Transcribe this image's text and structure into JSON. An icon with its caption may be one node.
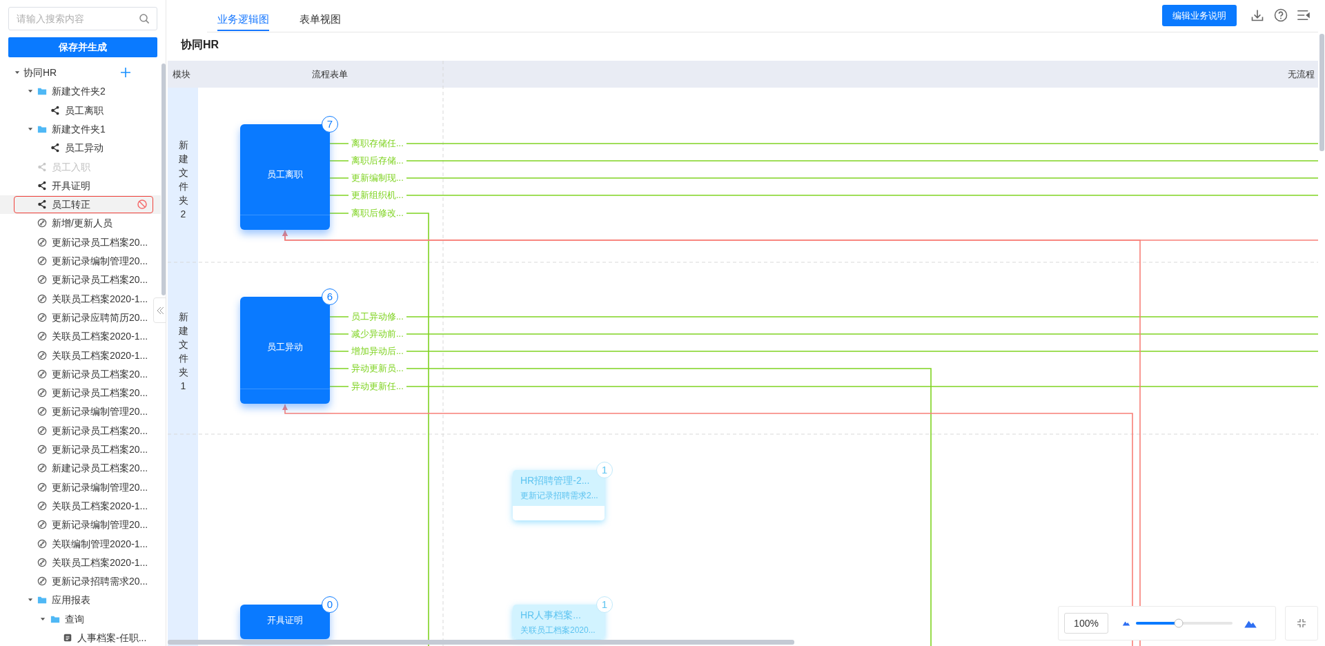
{
  "diagram": {
    "title": "协同HR",
    "nodes": [
      {
        "text": [
          "员工离职"
        ],
        "beside": [
          "7"
        ]
      },
      {
        "text": [
          "员工异动"
        ],
        "beside": [
          "6"
        ]
      },
      {
        "text": [
          "HR招聘管理-2...",
          "更新记录招聘需求2..."
        ],
        "beside": [
          "1"
        ]
      },
      {
        "text": [
          "开具证明"
        ],
        "beside": [
          "0"
        ]
      },
      {
        "text": [
          "HR人事档案...",
          "关联员工档案2020..."
        ],
        "beside": [
          "1"
        ]
      }
    ],
    "edges": [
      {
        "from": 0,
        "to": null,
        "arrow": "none",
        "label": "离职存储任..."
      },
      {
        "from": 0,
        "to": null,
        "arrow": "none",
        "label": "离职后存储..."
      },
      {
        "from": 0,
        "to": null,
        "arrow": "none",
        "label": "更新编制现..."
      },
      {
        "from": 0,
        "to": null,
        "arrow": "none",
        "label": "更新组织机..."
      },
      {
        "from": 0,
        "to": null,
        "arrow": "none",
        "label": "离职后修改..."
      },
      {
        "from": 1,
        "to": null,
        "arrow": "none",
        "label": "员工异动修..."
      },
      {
        "from": 1,
        "to": null,
        "arrow": "none",
        "label": "减少异动前..."
      },
      {
        "from": 1,
        "to": null,
        "arrow": "none",
        "label": "增加异动后..."
      },
      {
        "from": 1,
        "to": null,
        "arrow": "none",
        "label": "异动更新员..."
      },
      {
        "from": 1,
        "to": null,
        "arrow": "none",
        "label": "异动更新任..."
      },
      {
        "from": null,
        "to": 0,
        "arrow": "to",
        "color": "#f87f77"
      },
      {
        "from": null,
        "to": 0,
        "arrow": "to",
        "color": "#f87f77"
      },
      {
        "from": null,
        "to": 1,
        "arrow": "to",
        "color": "#f87f77"
      }
    ],
    "labels": [
      "请输入搜索内容",
      "保存并生成",
      "协同HR",
      "新建文件夹2",
      "员工离职",
      "新建文件夹1",
      "员工异动",
      "员工入职",
      "开具证明",
      "员工转正",
      "新增/更新人员",
      "更新记录员工档案20...",
      "更新记录编制管理20...",
      "更新记录员工档案20...",
      "关联员工档案2020-1...",
      "更新记录应聘简历20...",
      "关联员工档案2020-1...",
      "关联员工档案2020-1...",
      "更新记录员工档案20...",
      "更新记录员工档案20...",
      "更新记录编制管理20...",
      "更新记录员工档案20...",
      "更新记录员工档案20...",
      "新建记录员工档案20...",
      "更新记录编制管理20...",
      "关联员工档案2020-1...",
      "更新记录编制管理20...",
      "关联编制管理2020-1...",
      "关联员工档案2020-1...",
      "更新记录招聘需求20...",
      "应用报表",
      "查询",
      "人事档案-任职...",
      "业务逻辑图",
      "表单视图",
      "编辑业务说明",
      "模块",
      "流程表单",
      "无流程",
      "新建文件夹2",
      "新建文件夹1",
      "100%"
    ]
  }
}
